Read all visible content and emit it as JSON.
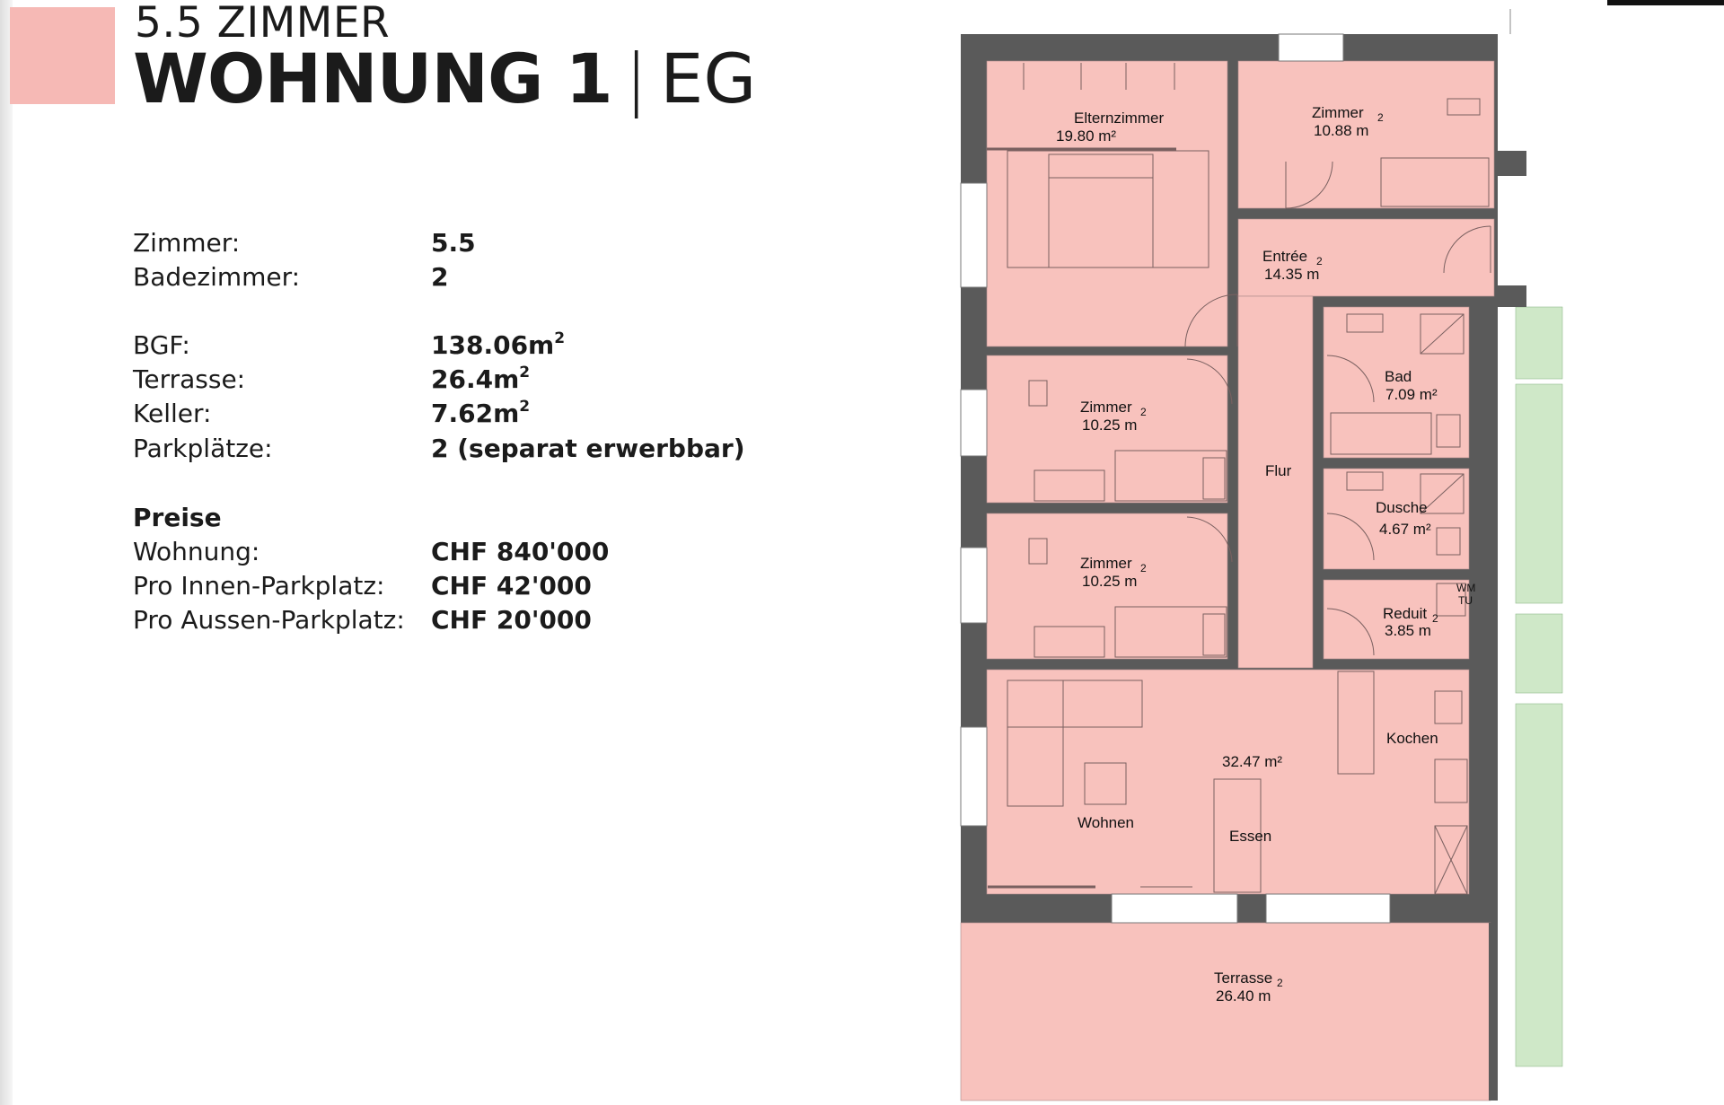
{
  "colors": {
    "accent": "#f6b9b5",
    "room_fill": "#f8c2bd",
    "wall": "#5a5a5a",
    "green_area": "#cfe8c8"
  },
  "header": {
    "rooms_heading": "5.5 ZIMMER",
    "apartment": "WOHNUNG 1",
    "separator": "|",
    "floor": "EG"
  },
  "facts": [
    {
      "label": "Zimmer:",
      "value": "5.5"
    },
    {
      "label": "Badezimmer:",
      "value": "2"
    },
    {
      "label": "BGF:",
      "value": "138.06m",
      "sup": "2"
    },
    {
      "label": "Terrasse:",
      "value": "26.4m",
      "sup": "2"
    },
    {
      "label": "Keller:",
      "value": "7.62m",
      "sup": "2"
    },
    {
      "label": "Parkplätze:",
      "value": "2 (separat erwerbbar)"
    }
  ],
  "prices": {
    "heading": "Preise",
    "items": [
      {
        "label": "Wohnung:",
        "value": "CHF 840'000"
      },
      {
        "label": "Pro Innen-Parkplatz:",
        "value": "CHF 42'000"
      },
      {
        "label": "Pro Aussen-Parkplatz:",
        "value": "CHF 20'000"
      }
    ]
  },
  "floorplan": {
    "rooms": {
      "elternzimmer": {
        "name": "Elternzimmer",
        "area": "19.80 m²"
      },
      "zimmer_top": {
        "name": "Zimmer",
        "area": "10.88 m",
        "sub": "2"
      },
      "entree": {
        "name": "Entrée",
        "area": "14.35 m",
        "sub": "2"
      },
      "bad": {
        "name": "Bad",
        "area": "7.09 m²"
      },
      "zimmer_mid": {
        "name": "Zimmer",
        "area": "10.25 m",
        "sub": "2"
      },
      "flur": {
        "name": "Flur"
      },
      "dusche": {
        "name": "Dusche",
        "area": "4.67 m²"
      },
      "zimmer_low": {
        "name": "Zimmer",
        "area": "10.25 m",
        "sub": "2"
      },
      "reduit": {
        "name": "Reduit",
        "area": "3.85 m",
        "sub": "2"
      },
      "wmtu": {
        "line1": "WM",
        "line2": "TU"
      },
      "wohnen": {
        "name": "Wohnen",
        "area": "32.47 m²"
      },
      "kochen": {
        "name": "Kochen"
      },
      "essen": {
        "name": "Essen"
      },
      "terrasse": {
        "name": "Terrasse",
        "area": "26.40 m",
        "sub": "2"
      }
    }
  }
}
